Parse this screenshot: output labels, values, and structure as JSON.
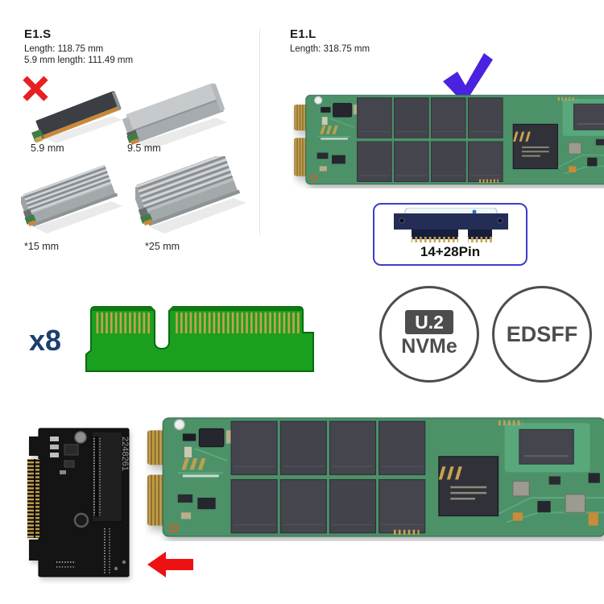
{
  "e1s": {
    "title": "E1.S",
    "spec_length": "Length: 118.75 mm",
    "spec_length_59": "5.9 mm length: 111.49 mm",
    "variants": [
      {
        "label": "5.9 mm"
      },
      {
        "label": "9.5 mm"
      },
      {
        "label": "*15 mm"
      },
      {
        "label": "*25 mm"
      }
    ]
  },
  "e1l": {
    "title": "E1.L",
    "spec_length": "Length: 318.75 mm"
  },
  "connector_box": {
    "label": "14+28Pin"
  },
  "lanes_label": "x8",
  "badges": {
    "u2_nvme": {
      "top": "U.2",
      "bottom": "NVMe"
    },
    "edsff": {
      "label": "EDSFF"
    }
  },
  "adapter": {
    "serial": "2248261"
  },
  "icons": {
    "not_supported": "red-x-icon",
    "supported": "purple-checkmark-icon",
    "insert_direction": "red-left-arrow-icon"
  },
  "colors": {
    "pcb_green": "#4c9168",
    "connector_green": "#1aa01e",
    "gold": "#c9a24f",
    "accent_blue": "#3d3dcb",
    "check_purple": "#4b22e0",
    "alert_red": "#e62020",
    "lanes_navy": "#1c3f6e",
    "badge_gray": "#4d4d4d"
  }
}
